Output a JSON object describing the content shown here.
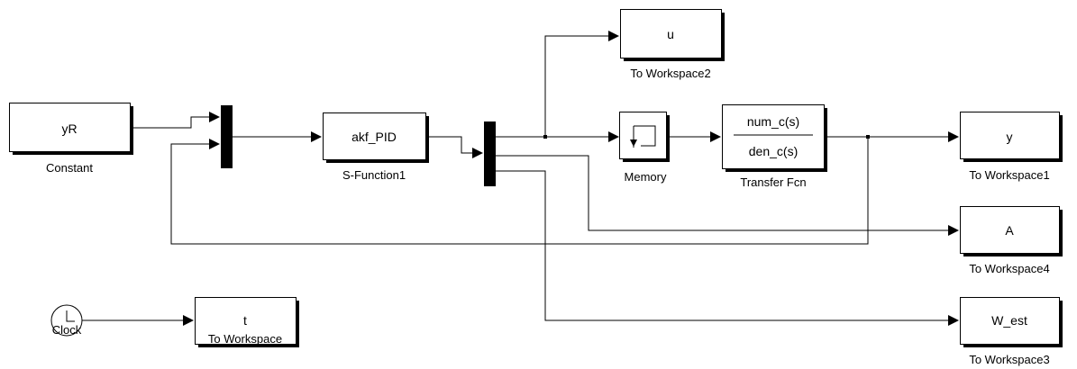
{
  "blocks": {
    "constant": {
      "value": "yR",
      "label": "Constant"
    },
    "sfunction": {
      "value": "akf_PID",
      "label": "S-Function1"
    },
    "memory": {
      "label": "Memory"
    },
    "transfer": {
      "num": "num_c(s)",
      "den": "den_c(s)",
      "label": "Transfer Fcn"
    },
    "ws_u": {
      "value": "u",
      "label": "To Workspace2"
    },
    "ws_y": {
      "value": "y",
      "label": "To Workspace1"
    },
    "ws_A": {
      "value": "A",
      "label": "To Workspace4"
    },
    "ws_west": {
      "value": "W_est",
      "label": "To Workspace3"
    },
    "clock": {
      "label": "Clock"
    },
    "ws_t": {
      "value": "t",
      "label": "To Workspace"
    }
  }
}
